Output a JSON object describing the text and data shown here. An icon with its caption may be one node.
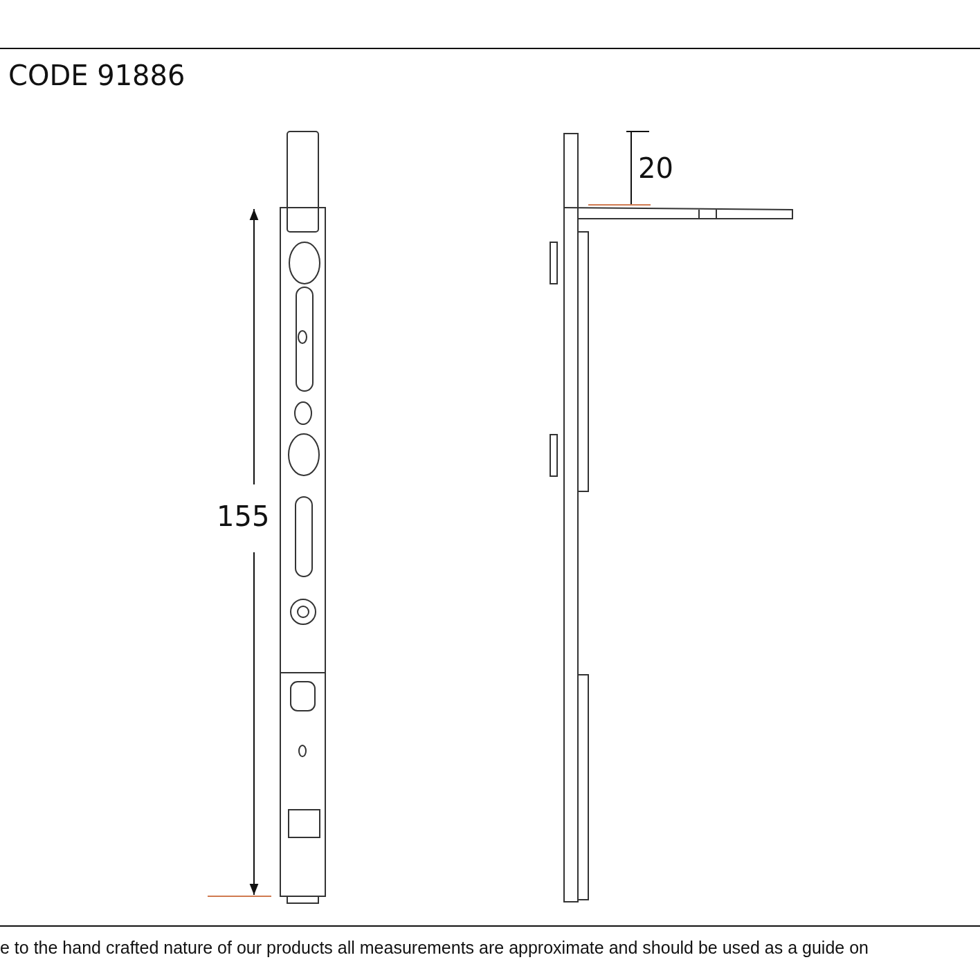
{
  "diagram": {
    "title": "CODE 91886",
    "caption": "e to the hand crafted nature of our products all measurements are approximate and should be used as a guide on",
    "labels": [
      "20",
      "155"
    ]
  }
}
